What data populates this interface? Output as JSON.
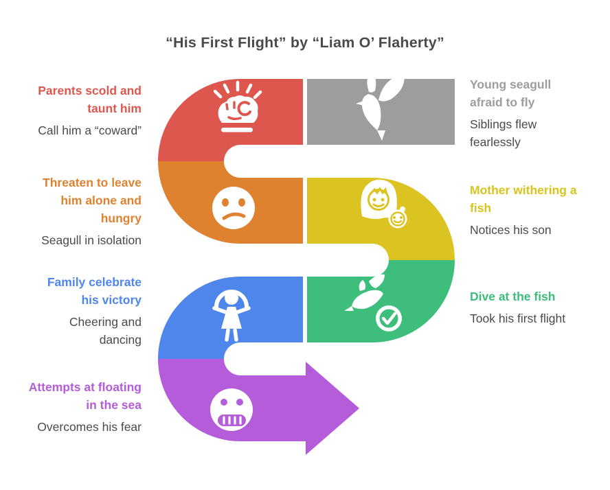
{
  "title": "“His First Flight” by “Liam O’ Flaherty”",
  "colors": {
    "red": "#dd574f",
    "gray": "#9d9d9d",
    "orange": "#de8230",
    "yellow": "#dbc422",
    "blue": "#4e86ec",
    "green": "#3ebe7c",
    "purple": "#b45cd9",
    "title_text": "#4a4a4a",
    "detail_text": "#4a4a4a"
  },
  "steps": [
    {
      "heading": "Young seagull afraid to fly",
      "detail": "Siblings flew fearlessly",
      "color": "gray",
      "icon": "bird-icon",
      "side": "right"
    },
    {
      "heading": "Parents scold and taunt him",
      "detail": "Call him a “coward”",
      "color": "red",
      "icon": "fist-slam-icon",
      "side": "left"
    },
    {
      "heading": "Threaten to leave him alone and hungry",
      "detail": "Seagull in isolation",
      "color": "orange",
      "icon": "sad-face-icon",
      "side": "left"
    },
    {
      "heading": "Mother withering a fish",
      "detail": "Notices his son",
      "color": "yellow",
      "icon": "mother-child-icon",
      "side": "right"
    },
    {
      "heading": "Dive at the fish",
      "detail": "Took his first flight",
      "color": "green",
      "icon": "diving-bird-check-icon",
      "side": "right"
    },
    {
      "heading": "Family celebrate his victory",
      "detail": "Cheering and dancing",
      "color": "blue",
      "icon": "jump-rope-icon",
      "side": "left"
    },
    {
      "heading": "Attempts at floating in the sea",
      "detail": "Overcomes his fear",
      "color": "purple",
      "icon": "grimacing-face-icon",
      "side": "left"
    }
  ]
}
